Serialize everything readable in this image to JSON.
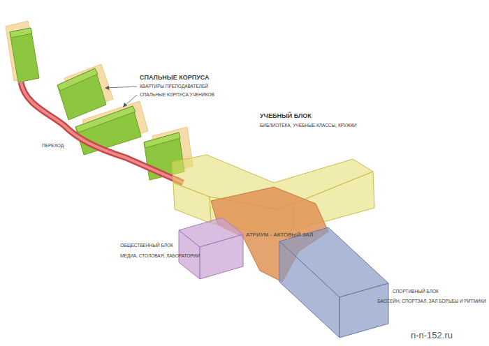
{
  "diagram": {
    "labels": [
      "СПАЛЬНЫЕ КОРПУСА",
      "КВАРТИРЫ ПРЕПОДАВАТЕЛЕЙ",
      "СПАЛЬНЫЕ КОРПУСА УЧЕНИКОВ",
      "ПЕРЕХОД",
      "УЧЕБНЫЙ БЛОК",
      "БИБЛИОТЕКА, УЧЕБНЫЕ КЛАССЫ, КРУЖКИ",
      "АТРИУМ - АКТОВЫЙ ЗАЛ",
      "ОБЩЕСТВЕННЫЙ БЛОК",
      "МЕДИА, СТОЛОВАЯ, ЛАБОРАТОРИИ",
      "СПОРТИВНЫЙ БЛОК",
      "БАССЕЙН, СПОРТЗАЛ, ЗАЛ БОРЬБЫ И РИТМИКИ",
      "n-n-152.ru"
    ]
  }
}
